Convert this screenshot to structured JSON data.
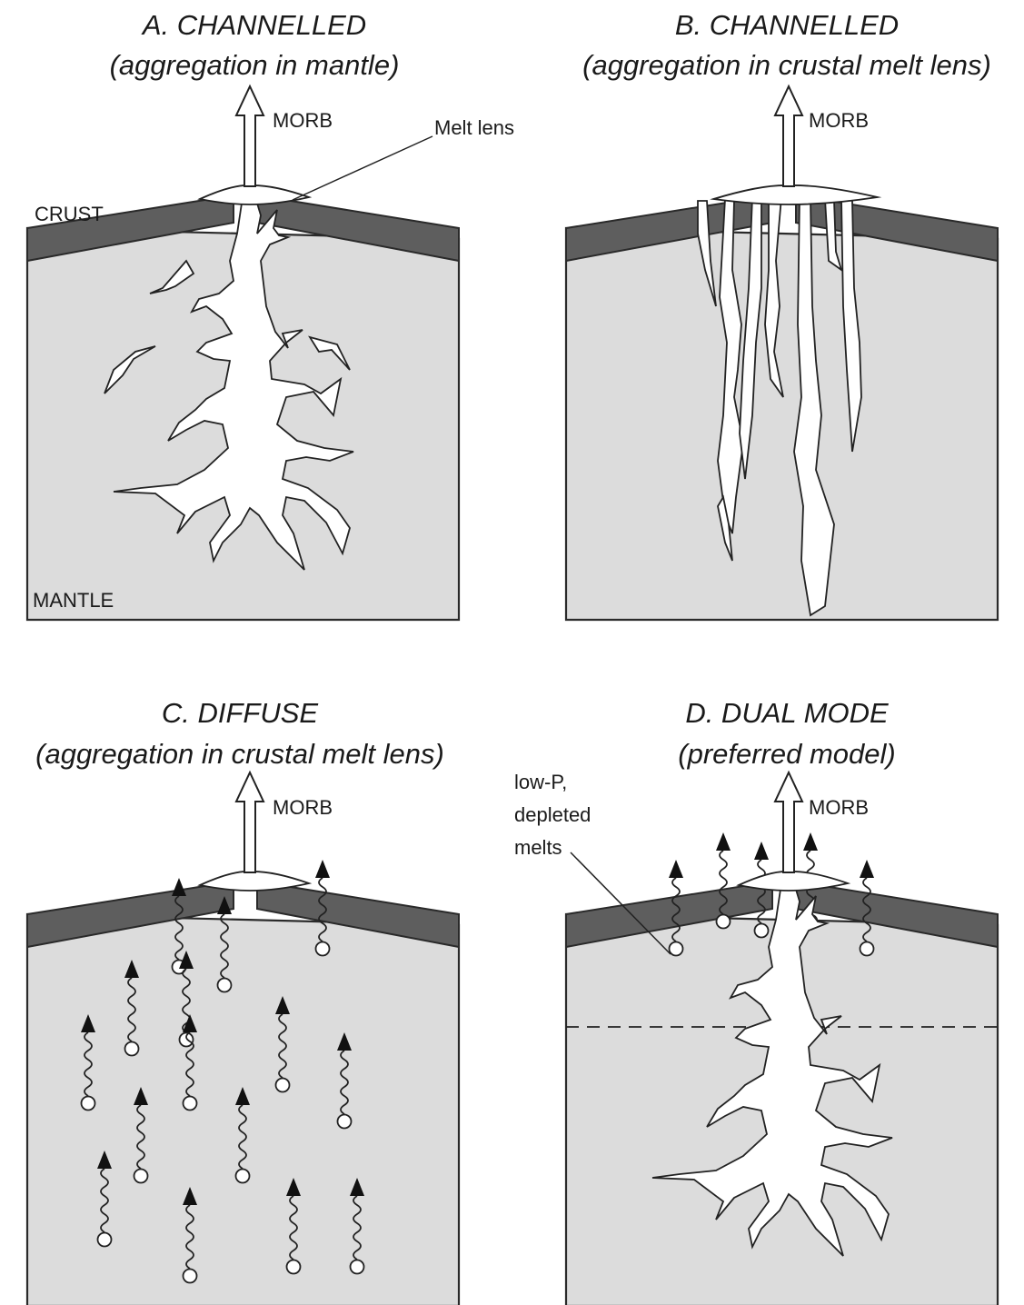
{
  "panels": [
    {
      "id": "A",
      "title": "A. CHANNELLED",
      "subtitle": "(aggregation in mantle)"
    },
    {
      "id": "B",
      "title": "B. CHANNELLED",
      "subtitle": "(aggregation in crustal melt lens)"
    },
    {
      "id": "C",
      "title": "C. DIFFUSE",
      "subtitle": "(aggregation in crustal melt lens)"
    },
    {
      "id": "D",
      "title": "D. DUAL MODE",
      "subtitle": "(preferred model)"
    }
  ],
  "labels": {
    "morb": "MORB",
    "melt_lens": "Melt lens",
    "crust": "CRUST",
    "mantle": "MANTLE",
    "lowp_line1": "low-P,",
    "lowp_line2": "depleted",
    "lowp_line3": "melts"
  },
  "colors": {
    "mantle": "#dcdcdc",
    "crust": "#5e5e5e",
    "melt": "#ffffff",
    "outline": "#222222"
  }
}
